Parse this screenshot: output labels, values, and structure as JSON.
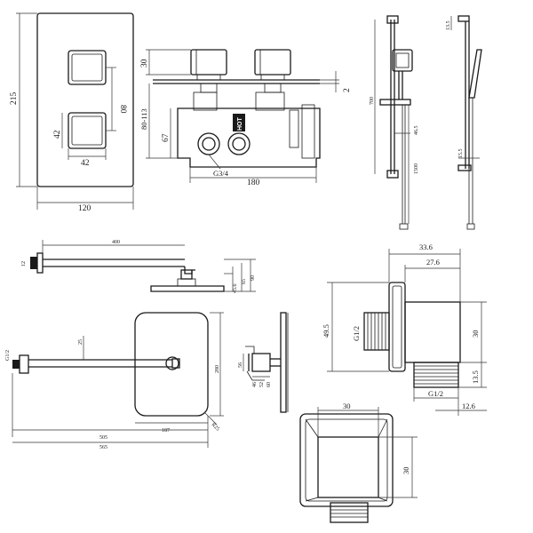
{
  "thermostatic_valve": {
    "plate_height": "215",
    "plate_width": "120",
    "handle_spacing": "80",
    "handle_height": "42",
    "handle_width": "42",
    "handle_depth": "30",
    "wall_depth_range": "80-113",
    "outlet_height": "67",
    "body_width": "180",
    "thread": "G3/4",
    "hot_label": "HOT",
    "trim_offset": "2"
  },
  "slide_rail_kit": {
    "rail_height": "700",
    "bracket_width": "46.5",
    "hose_length": "1500",
    "outlet_offset": "13.5",
    "holder_offset": "15.5"
  },
  "shower_arm_head": {
    "arm_reach": "400",
    "head_depth": "45.6",
    "head_size": "65",
    "drop": "90",
    "flange_label": "12"
  },
  "plan_view": {
    "wall_thread": "G1/2",
    "arm_height": "25",
    "head_length": "280",
    "head_width": "187",
    "total_reach": "505",
    "arm_length": "565",
    "corner_radius": "R25",
    "side_a": "56",
    "side_b": "46",
    "side_c": "52",
    "side_d": "60"
  },
  "wall_outlet": {
    "total_width": "33.6",
    "body_depth": "27.6",
    "flange_height": "49.5",
    "body_height": "30",
    "thread_in": "G1/2",
    "thread_out": "G1/2",
    "outlet_height": "13.5",
    "outlet_offset": "12.6",
    "front_width": "30",
    "front_height": "30"
  }
}
